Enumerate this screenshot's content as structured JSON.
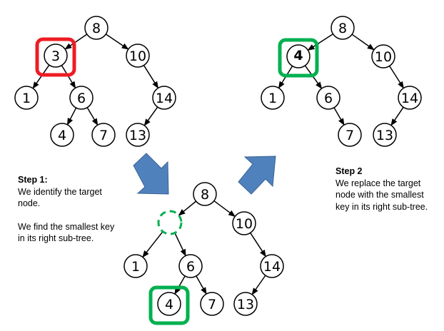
{
  "trees": [
    {
      "id": "original",
      "nodes": [
        {
          "id": "n8",
          "label": "8"
        },
        {
          "id": "n3",
          "label": "3"
        },
        {
          "id": "n10",
          "label": "10"
        },
        {
          "id": "n1",
          "label": "1"
        },
        {
          "id": "n6",
          "label": "6"
        },
        {
          "id": "n14",
          "label": "14"
        },
        {
          "id": "n4",
          "label": "4"
        },
        {
          "id": "n7",
          "label": "7"
        },
        {
          "id": "n13",
          "label": "13"
        }
      ],
      "edges": [
        [
          "n8",
          "n3"
        ],
        [
          "n8",
          "n10"
        ],
        [
          "n3",
          "n1"
        ],
        [
          "n3",
          "n6"
        ],
        [
          "n10",
          "n14"
        ],
        [
          "n6",
          "n4"
        ],
        [
          "n6",
          "n7"
        ],
        [
          "n14",
          "n13"
        ]
      ],
      "highlight": {
        "node": "n3",
        "color": "#ee1c24"
      }
    },
    {
      "id": "step1",
      "nodes": [
        {
          "id": "n8",
          "label": "8"
        },
        {
          "id": "nx",
          "label": "",
          "dashed": true
        },
        {
          "id": "n10",
          "label": "10"
        },
        {
          "id": "n1",
          "label": "1"
        },
        {
          "id": "n6",
          "label": "6"
        },
        {
          "id": "n14",
          "label": "14"
        },
        {
          "id": "n4",
          "label": "4"
        },
        {
          "id": "n7",
          "label": "7"
        },
        {
          "id": "n13",
          "label": "13"
        }
      ],
      "edges": [
        [
          "n8",
          "nx"
        ],
        [
          "n8",
          "n10"
        ],
        [
          "nx",
          "n1"
        ],
        [
          "nx",
          "n6"
        ],
        [
          "n10",
          "n14"
        ],
        [
          "n6",
          "n4"
        ],
        [
          "n6",
          "n7"
        ],
        [
          "n14",
          "n13"
        ]
      ],
      "highlight": {
        "node": "n4",
        "color": "#00b050"
      }
    },
    {
      "id": "step2",
      "nodes": [
        {
          "id": "n8",
          "label": "8"
        },
        {
          "id": "n4",
          "label": "4",
          "bold": true
        },
        {
          "id": "n10",
          "label": "10"
        },
        {
          "id": "n1",
          "label": "1"
        },
        {
          "id": "n6",
          "label": "6"
        },
        {
          "id": "n14",
          "label": "14"
        },
        {
          "id": "n7",
          "label": "7"
        },
        {
          "id": "n13",
          "label": "13"
        }
      ],
      "edges": [
        [
          "n8",
          "n4"
        ],
        [
          "n8",
          "n10"
        ],
        [
          "n4",
          "n1"
        ],
        [
          "n4",
          "n6"
        ],
        [
          "n10",
          "n14"
        ],
        [
          "n6",
          "n7"
        ],
        [
          "n14",
          "n13"
        ]
      ],
      "highlight": {
        "node": "n4",
        "color": "#00b050"
      }
    }
  ],
  "step1": {
    "title": "Step 1:",
    "line1": "We identify the  target node.",
    "line2": "We find  the smallest key in its right sub-tree."
  },
  "step2": {
    "title": "Step 2",
    "body": "We replace the target node with the smallest key in its right sub-tree."
  },
  "colors": {
    "arrow": "#4f81bd",
    "dashed": "#00b050"
  }
}
